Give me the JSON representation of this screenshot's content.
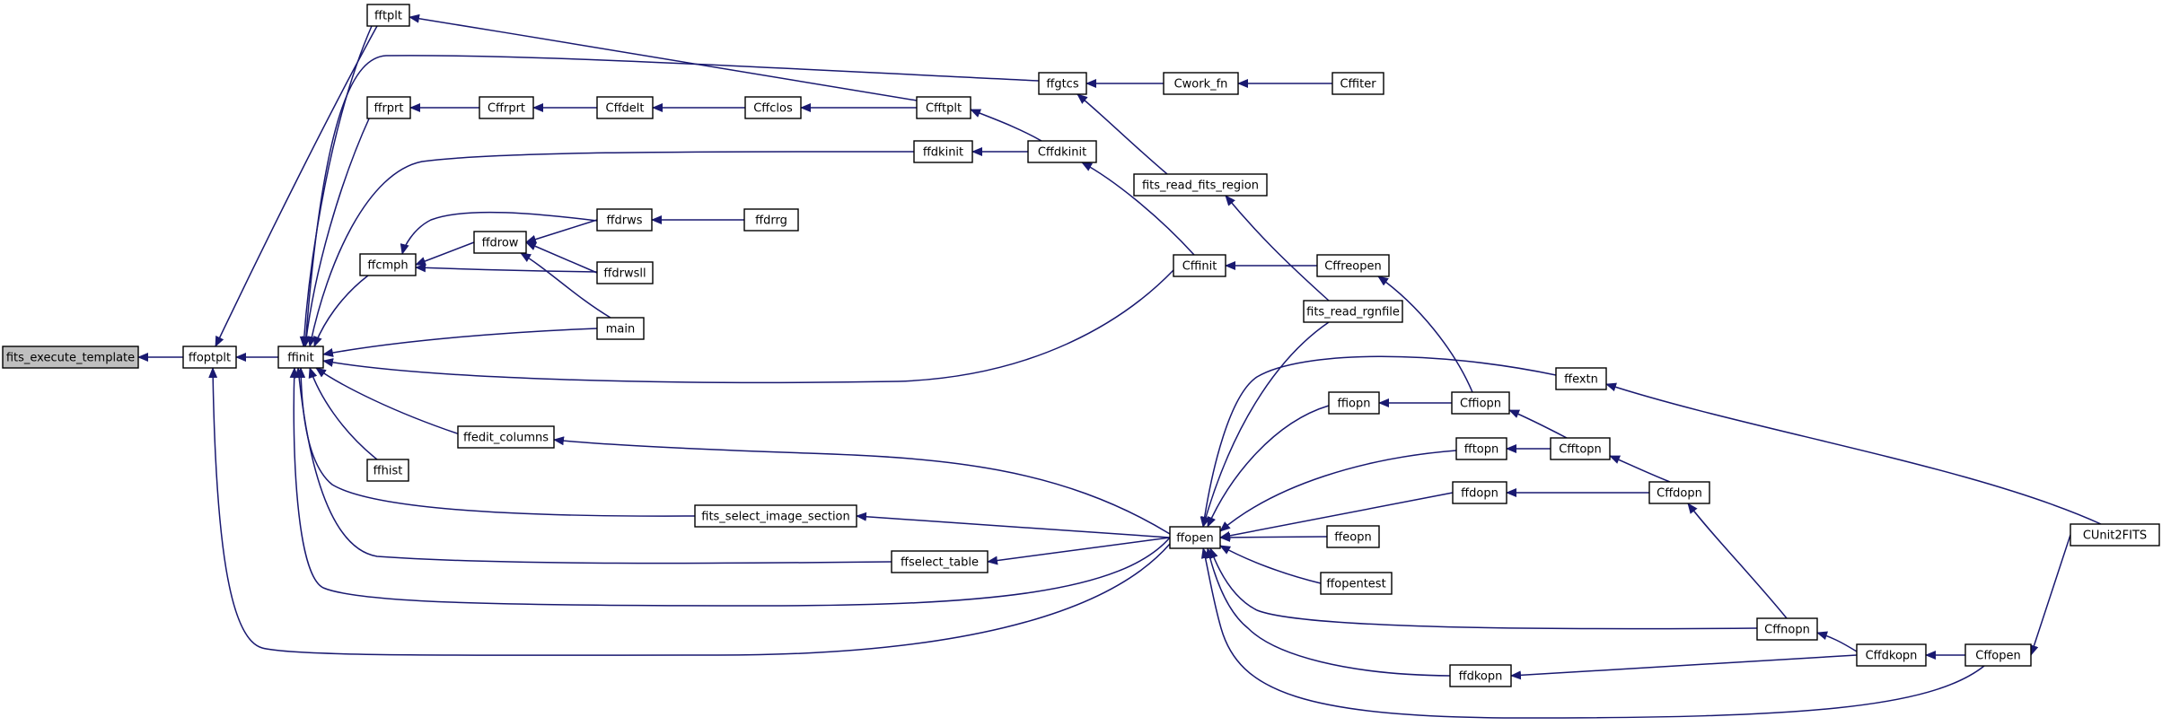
{
  "diagram": {
    "type": "call-graph",
    "root": "fits_execute_template",
    "nodes": [
      {
        "id": "fits_execute_template",
        "label": "fits_execute_template",
        "focus": true
      },
      {
        "id": "ffoptplt",
        "label": "ffoptplt"
      },
      {
        "id": "ffinit",
        "label": "ffinit"
      },
      {
        "id": "fftplt",
        "label": "fftplt"
      },
      {
        "id": "ffrprt",
        "label": "ffrprt"
      },
      {
        "id": "ffcmph",
        "label": "ffcmph"
      },
      {
        "id": "ffhist",
        "label": "ffhist"
      },
      {
        "id": "ffgtcs",
        "label": "ffgtcs"
      },
      {
        "id": "Cfrprt",
        "label": "Cffrprt"
      },
      {
        "id": "Cffdelt",
        "label": "Cffdelt"
      },
      {
        "id": "Cffclos",
        "label": "Cffclos"
      },
      {
        "id": "Cfftplt",
        "label": "Cfftplt"
      },
      {
        "id": "ffdkinit",
        "label": "ffdkinit"
      },
      {
        "id": "Cffdkinit",
        "label": "Cffdkinit"
      },
      {
        "id": "ffdrow",
        "label": "ffdrow"
      },
      {
        "id": "ffdrws",
        "label": "ffdrws"
      },
      {
        "id": "ffdrwsll",
        "label": "ffdrwsll"
      },
      {
        "id": "main",
        "label": "main"
      },
      {
        "id": "ffdrrg",
        "label": "ffdrrg"
      },
      {
        "id": "ffedit_columns",
        "label": "ffedit_columns"
      },
      {
        "id": "fits_select_image_section",
        "label": "fits_select_image_section"
      },
      {
        "id": "ffselect_table",
        "label": "ffselect_table"
      },
      {
        "id": "ffopen",
        "label": "ffopen"
      },
      {
        "id": "Cwork_fn",
        "label": "Cwork_fn"
      },
      {
        "id": "Cffiter",
        "label": "Cffiter"
      },
      {
        "id": "fits_read_fits_region",
        "label": "fits_read_fits_region"
      },
      {
        "id": "Cffinit",
        "label": "Cffinit"
      },
      {
        "id": "Cffreopen",
        "label": "Cffreopen"
      },
      {
        "id": "fits_read_rgnfile",
        "label": "fits_read_rgnfile"
      },
      {
        "id": "ffextn",
        "label": "ffextn"
      },
      {
        "id": "ffiopn",
        "label": "ffiopn"
      },
      {
        "id": "Cffiopn",
        "label": "Cffiopn"
      },
      {
        "id": "fftopn",
        "label": "fftopn"
      },
      {
        "id": "Cfftopn",
        "label": "Cfftopn"
      },
      {
        "id": "ffdopn",
        "label": "ffdopn"
      },
      {
        "id": "Cffdopn",
        "label": "Cffdopn"
      },
      {
        "id": "ffeopn",
        "label": "ffeopn"
      },
      {
        "id": "ffopentest",
        "label": "ffopentest"
      },
      {
        "id": "Cffnopn",
        "label": "Cffnopn"
      },
      {
        "id": "Cffdkopn",
        "label": "Cffdkopn"
      },
      {
        "id": "Cffopen",
        "label": "Cffopen"
      },
      {
        "id": "ffdkopn",
        "label": "ffdkopn"
      },
      {
        "id": "CUnit2FITS",
        "label": "CUnit2FITS"
      }
    ],
    "edges": [
      {
        "from": "ffoptplt",
        "to": "fits_execute_template"
      },
      {
        "from": "ffinit",
        "to": "ffoptplt"
      },
      {
        "from": "fftplt",
        "to": "ffoptplt"
      },
      {
        "from": "ffopen",
        "to": "ffoptplt"
      },
      {
        "from": "fftplt",
        "to": "ffinit"
      },
      {
        "from": "ffgtcs",
        "to": "ffinit"
      },
      {
        "from": "ffrprt",
        "to": "ffinit"
      },
      {
        "from": "ffdkinit",
        "to": "ffinit"
      },
      {
        "from": "ffcmph",
        "to": "ffinit"
      },
      {
        "from": "main",
        "to": "ffinit"
      },
      {
        "from": "Cffinit",
        "to": "ffinit"
      },
      {
        "from": "ffedit_columns",
        "to": "ffinit"
      },
      {
        "from": "ffhist",
        "to": "ffinit"
      },
      {
        "from": "fits_select_image_section",
        "to": "ffinit"
      },
      {
        "from": "ffselect_table",
        "to": "ffinit"
      },
      {
        "from": "ffopen",
        "to": "ffinit"
      },
      {
        "from": "Cfftplt",
        "to": "fftplt"
      },
      {
        "from": "Cfrprt",
        "to": "ffrprt"
      },
      {
        "from": "Cffdelt",
        "to": "Cfrprt"
      },
      {
        "from": "Cffclos",
        "to": "Cffdelt"
      },
      {
        "from": "Cfftplt",
        "to": "Cffclos"
      },
      {
        "from": "Cffdkinit",
        "to": "Cfftplt"
      },
      {
        "from": "Cwork_fn",
        "to": "ffgtcs"
      },
      {
        "from": "fits_read_fits_region",
        "to": "ffgtcs"
      },
      {
        "from": "Cffiter",
        "to": "Cwork_fn"
      },
      {
        "from": "Cffdkinit",
        "to": "ffdkinit"
      },
      {
        "from": "Cffinit",
        "to": "Cffdkinit"
      },
      {
        "from": "ffdrws",
        "to": "ffcmph"
      },
      {
        "from": "ffdrow",
        "to": "ffcmph"
      },
      {
        "from": "ffdrwsll",
        "to": "ffcmph"
      },
      {
        "from": "ffdrws",
        "to": "ffdrow"
      },
      {
        "from": "ffdrwsll",
        "to": "ffdrow"
      },
      {
        "from": "main",
        "to": "ffdrow"
      },
      {
        "from": "ffdrrg",
        "to": "ffdrws"
      },
      {
        "from": "Cffreopen",
        "to": "Cffinit"
      },
      {
        "from": "fits_read_rgnfile",
        "to": "fits_read_fits_region"
      },
      {
        "from": "Cffiopn",
        "to": "Cffreopen"
      },
      {
        "from": "ffedit_columns",
        "to": "ffopen",
        "direction": "back"
      },
      {
        "from": "ffopen",
        "to": "fits_select_image_section"
      },
      {
        "from": "ffopen",
        "to": "ffselect_table"
      },
      {
        "from": "fits_read_rgnfile",
        "to": "ffopen"
      },
      {
        "from": "ffextn",
        "to": "ffopen"
      },
      {
        "from": "ffiopn",
        "to": "ffopen"
      },
      {
        "from": "fftopn",
        "to": "ffopen"
      },
      {
        "from": "ffdopn",
        "to": "ffopen"
      },
      {
        "from": "ffeopn",
        "to": "ffopen"
      },
      {
        "from": "ffopentest",
        "to": "ffopen"
      },
      {
        "from": "Cffnopn",
        "to": "ffopen"
      },
      {
        "from": "ffdkopn",
        "to": "ffopen"
      },
      {
        "from": "Cffopen",
        "to": "ffopen"
      },
      {
        "from": "Cffiopn",
        "to": "ffiopn"
      },
      {
        "from": "Cfftopn",
        "to": "Cffiopn"
      },
      {
        "from": "Cfftopn",
        "to": "fftopn"
      },
      {
        "from": "Cffdopn",
        "to": "Cfftopn"
      },
      {
        "from": "Cffdopn",
        "to": "ffdopn"
      },
      {
        "from": "Cffnopn",
        "to": "Cffdopn"
      },
      {
        "from": "Cffdkopn",
        "to": "Cffnopn"
      },
      {
        "from": "Cffdkopn",
        "to": "ffdkopn"
      },
      {
        "from": "Cffopen",
        "to": "Cffdkopn"
      },
      {
        "from": "CUnit2FITS",
        "to": "ffextn"
      },
      {
        "from": "CUnit2FITS",
        "to": "Cffopen"
      }
    ]
  },
  "colors": {
    "edge": "#191970",
    "node_border": "#000000",
    "node_fill": "#ffffff",
    "focus_fill": "#bfbfbf"
  }
}
